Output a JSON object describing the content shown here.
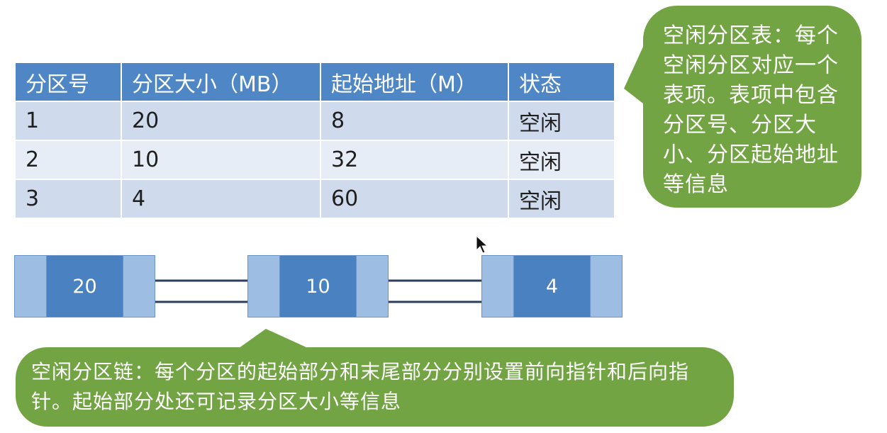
{
  "table": {
    "headers": [
      "分区号",
      "分区大小（MB）",
      "起始地址（M）",
      "状态"
    ],
    "rows": [
      [
        "1",
        "20",
        "8",
        "空闲"
      ],
      [
        "2",
        "10",
        "32",
        "空闲"
      ],
      [
        "3",
        "4",
        "60",
        "空闲"
      ]
    ]
  },
  "chain": {
    "nodes": [
      "20",
      "10",
      "4"
    ]
  },
  "callouts": {
    "table_note": "空闲分区表：每个空闲分区对应一个表项。表项中包含分区号、分区大小、分区起始地址等信息",
    "chain_note": "空闲分区链：每个分区的起始部分和末尾部分分别设置前向指针和后向指针。起始部分处还可记录分区大小等信息"
  },
  "colors": {
    "header": "#4f87c6",
    "callout": "#73a444",
    "node_body": "#4a81c0",
    "node_cap": "#9dbde3",
    "arrow": "#2b3f5c"
  },
  "icons": [
    "mouse-cursor-icon"
  ]
}
